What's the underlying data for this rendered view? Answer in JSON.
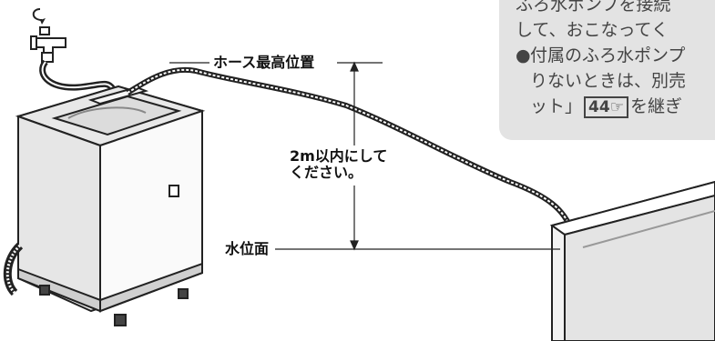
{
  "labels": {
    "hose_max": "ホース最高位置",
    "distance_line1": "2m以内にして",
    "distance_line2": "ください。",
    "water_level": "水位面"
  },
  "note": {
    "line1": "ふろ水ポンプを接続",
    "line2": "して、おこなってく",
    "bullet": "●",
    "line3": "付属のふろ水ポンプ",
    "line4": "りないときは、別売",
    "line5_pre": "ット」",
    "ref_num": "44",
    "ref_icon": "finger-pointing-icon",
    "line5_post": "を継ぎ"
  },
  "colors": {
    "note_bg": "#e3e3e3",
    "note_text": "#444444",
    "label_text": "#111111",
    "line": "#222222"
  }
}
